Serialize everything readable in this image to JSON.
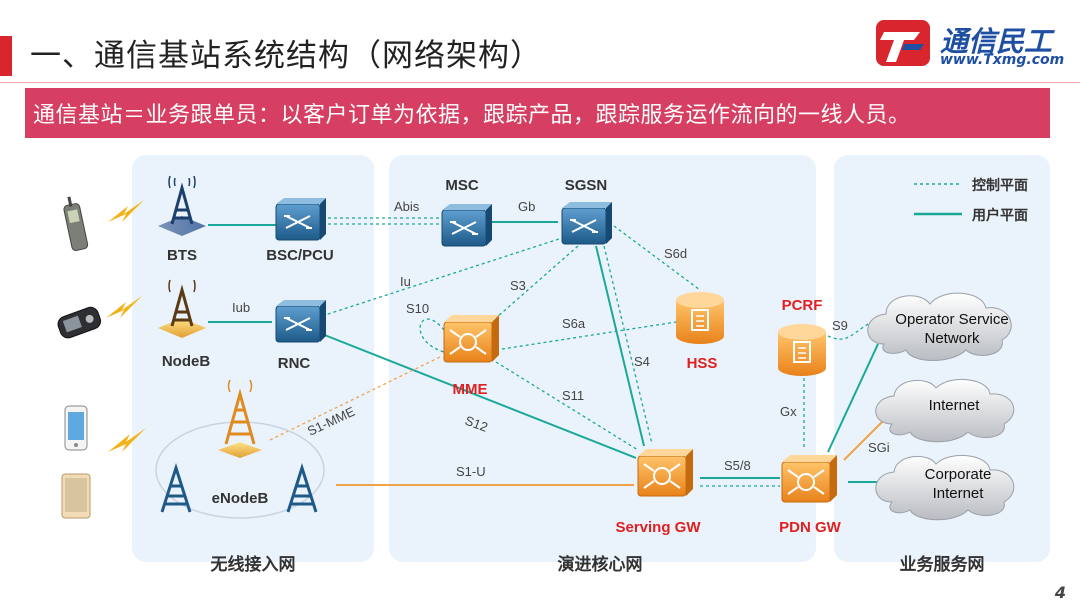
{
  "header": {
    "title": "一、通信基站系统结构（网络架构）",
    "logo_cn": "通信民工",
    "logo_url": "www.Txmg.com"
  },
  "banner": {
    "text": "通信基站＝业务跟单员：以客户订单为依据，跟踪产品，跟踪服务运作流向的一线人员。"
  },
  "colors": {
    "accent_red": "#d9262e",
    "banner": "#d63f62",
    "teal": "#1aa89a",
    "orange": "#f2a24a",
    "panel": "#eaf3fb",
    "node_blue": "#2a6d9e",
    "node_orange": "#f0901e"
  },
  "legend": {
    "control_plane": "控制平面",
    "user_plane": "用户平面"
  },
  "regions": {
    "radio_access": "无线接入网",
    "core": "演进核心网",
    "service": "业务服务网"
  },
  "nodes": {
    "bts": "BTS",
    "bsc": "BSC/PCU",
    "nodeb": "NodeB",
    "rnc": "RNC",
    "enodeb": "eNodeB",
    "msc": "MSC",
    "sgsn": "SGSN",
    "mme": "MME",
    "hss": "HSS",
    "pcrf": "PCRF",
    "sgw": "Serving GW",
    "pgw": "PDN GW",
    "cloud_operator": [
      "Operator Service",
      "Network"
    ],
    "cloud_internet": "Internet",
    "cloud_corporate": [
      "Corporate",
      "Internet"
    ]
  },
  "links": {
    "abis": "Abis",
    "gb": "Gb",
    "iub": "Iub",
    "iu": "Iu",
    "s3": "S3",
    "s4": "S4",
    "s6a": "S6a",
    "s6d": "S6d",
    "s10": "S10",
    "s11": "S11",
    "s12": "S12",
    "s1mme": "S1-MME",
    "s1u": "S1-U",
    "s58": "S5/8",
    "gx": "Gx",
    "s9": "S9",
    "sgi": "SGi"
  },
  "page_number": "4"
}
